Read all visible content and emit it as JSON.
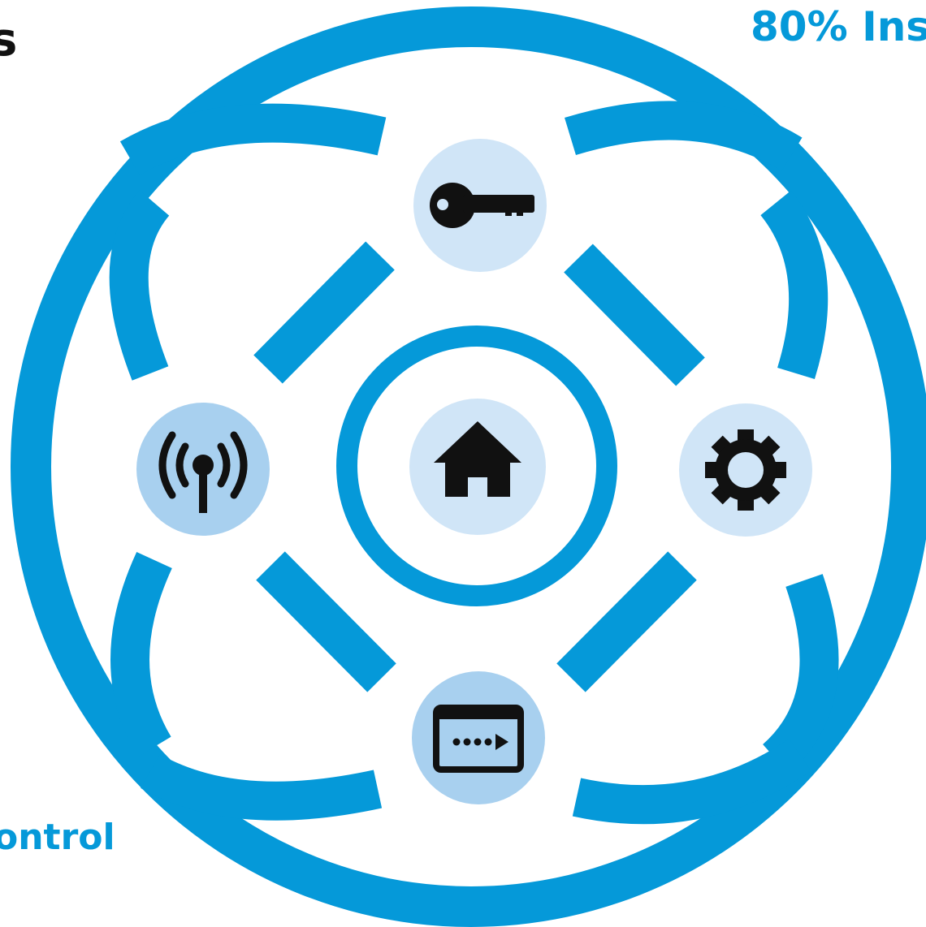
{
  "edge_labels": {
    "top_left": "s",
    "top_right": "80% Ins",
    "bottom_left": "ontrol"
  },
  "colors": {
    "ring_blue": "#0599d9",
    "node_light": "#d0e5f7",
    "node_mid": "#a8d0ef",
    "icon_dark": "#111111",
    "background": "#ffffff"
  },
  "nodes": [
    {
      "id": "top",
      "icon": "key-icon",
      "fill": "light"
    },
    {
      "id": "right",
      "icon": "gear-icon",
      "fill": "light"
    },
    {
      "id": "bottom",
      "icon": "terminal-window-icon",
      "fill": "mid"
    },
    {
      "id": "left",
      "icon": "wireless-antenna-icon",
      "fill": "mid"
    },
    {
      "id": "center",
      "icon": "home-icon",
      "fill": "light"
    }
  ]
}
